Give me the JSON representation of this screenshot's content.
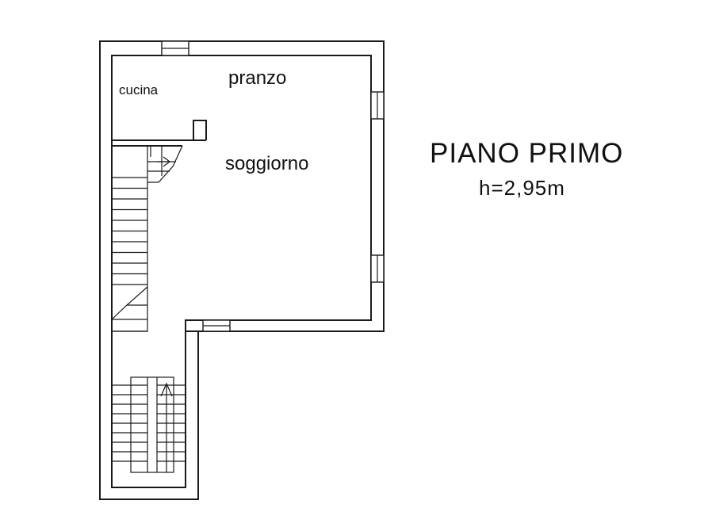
{
  "plan": {
    "title": "PIANO PRIMO",
    "height_label": "h=2,95m",
    "rooms": {
      "kitchen": "cucina",
      "dining": "pranzo",
      "living": "soggiorno"
    }
  }
}
